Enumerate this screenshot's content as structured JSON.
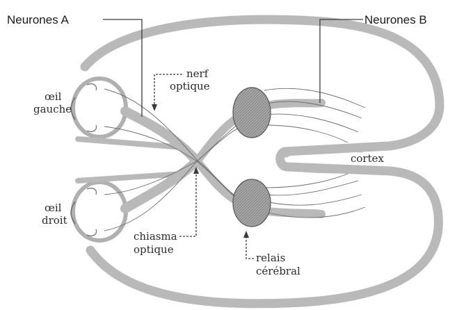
{
  "labels": {
    "neurones_a": "Neurones A",
    "neurones_b": "Neurones B",
    "nerf_optique_line1": "nerf",
    "nerf_optique_line2": "optique",
    "oeil_gauche_line1": "œil",
    "oeil_gauche_line2": "gauche",
    "oeil_droit_line1": "œil",
    "oeil_droit_line2": "droit",
    "cortex": "cortex",
    "chiasma_line1": "chiasma",
    "chiasma_line2": "optique",
    "relais_line1": "relais",
    "relais_line2": "cérébral"
  },
  "colors": {
    "brain_outline": "#b9b9b9",
    "relay_fill": "#9a9a9a",
    "fiber": "#6b6b6b",
    "text": "#2a2a2a"
  }
}
